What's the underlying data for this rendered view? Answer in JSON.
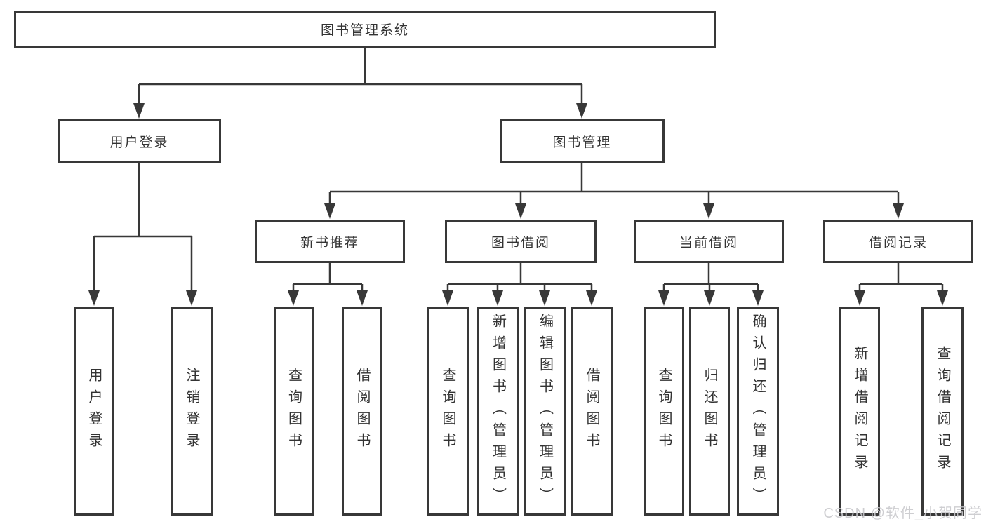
{
  "diagram": {
    "title": "图书管理系统",
    "tree": {
      "root": "图书管理系统",
      "branches": [
        {
          "label": "用户登录",
          "leaves": [
            "用户登录",
            "注销登录"
          ]
        },
        {
          "label": "图书管理",
          "groups": [
            {
              "label": "新书推荐",
              "leaves": [
                "查询图书",
                "借阅图书"
              ]
            },
            {
              "label": "图书借阅",
              "leaves": [
                "查询图书",
                "新增图书（管理员）",
                "编辑图书（管理员）",
                "借阅图书"
              ]
            },
            {
              "label": "当前借阅",
              "leaves": [
                "查询图书",
                "归还图书",
                "确认归还（管理员）"
              ]
            },
            {
              "label": "借阅记录",
              "leaves": [
                "新增借阅记录",
                "查询借阅记录"
              ]
            }
          ]
        }
      ]
    },
    "colors": {
      "line": "#383838",
      "box_border": "#383838",
      "box_fill": "#ffffff",
      "text": "#333333",
      "watermark_text_color": "#c9c9cd",
      "background": "#ffffff"
    }
  },
  "watermark": {
    "text": "CSDN @软件_小贺同学"
  }
}
